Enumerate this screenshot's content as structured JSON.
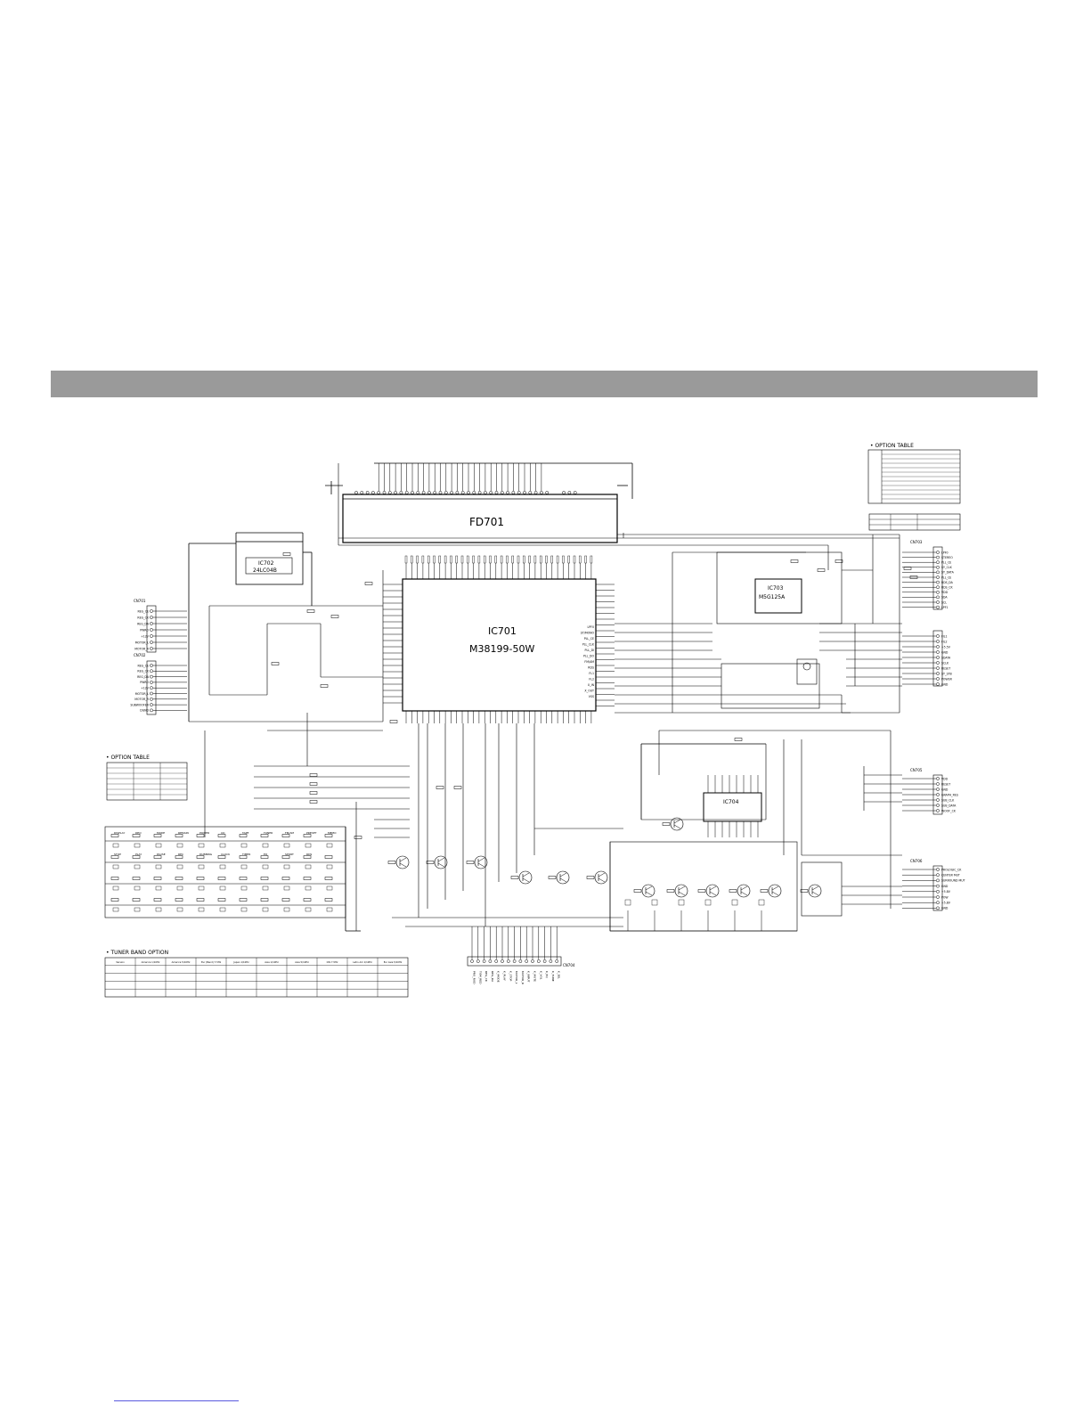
{
  "chips": {
    "fd701": "FD701",
    "ic701_ref": "IC701",
    "ic701_part": "M38199-50W",
    "ic702_ref": "IC702",
    "ic702_part": "24LC04B",
    "ic703_ref": "IC703",
    "ic703_part": "M5G125A",
    "ic704_ref": "IC704"
  },
  "tables": {
    "option_top": "• OPTION TABLE",
    "option_left": "• OPTION TABLE",
    "tuner_band": "• TUNER BAND OPTION"
  },
  "tuner_table": {
    "headers": [
      "Version",
      "America 1/10Hz",
      "America 5/10Hz",
      "Eur (Band) 7.5Hz",
      "Japan 1/10Hz",
      "Asia 1/10Hz",
      "Asia 5/10Hz",
      "OIS 7.5Hz",
      "Latin Am 1/10Hz",
      "Eur Asia 5/10Hz"
    ]
  },
  "connector_labels": {
    "cn701": "CN701",
    "cn702": "CN702",
    "cn703": "CN703",
    "cn704": "CN704",
    "cn705": "CN705",
    "cn706": "CN706"
  },
  "ic701_right_pins": [
    "LPF0",
    "ST/MONO",
    "PLL_CE",
    "PLL_CLK",
    "PLL_DI",
    "PLL_DO",
    "FM/AM",
    "RDS",
    "FL1",
    "FL2",
    "X_IN",
    "X_OUT",
    "VSS"
  ],
  "cn_right_top_pins": [
    "LPF0",
    "STEREO",
    "PLL_CE",
    "SY_CLK",
    "SY_DATA",
    "PLL_CE",
    "RDS_DA",
    "RDS_CK",
    "VDD",
    "SDA",
    "SCL",
    "LPF1"
  ],
  "cn_right_mid_pins": [
    "FIL1",
    "FIL2",
    "+5.5V",
    "GND",
    "SDATA",
    "SCLK",
    "RESET",
    "SY_STB",
    "POWER",
    "GND"
  ],
  "cn_right_lower_pins": [
    "VDD",
    "RESET",
    "GND",
    "GRAPH_RES",
    "SUB_CLK",
    "SUB_DATA",
    "WOOF_CK"
  ],
  "cn_right_bottom_pins": [
    "PROLOGIC_CK",
    "CENTER MUT",
    "SURROUND MUT",
    "GND",
    "+5.8V",
    "POW",
    "+5.8V",
    "GND"
  ],
  "cn_left_top_pins": [
    "REG_CE",
    "REG_CK",
    "REG_DA",
    "PWRO",
    "+12V",
    "MOTOR_L",
    "MOTOR_R"
  ],
  "cn_left_bottom_pins": [
    "REG_CE",
    "REG_CK",
    "REG_DA",
    "PWRO",
    "+12V",
    "MOTOR_L",
    "MOTOR_R",
    "SUBWOOFER",
    "DGND"
  ],
  "cn_bottom_pins": [
    "PRO_ROD",
    "TOM_RED",
    "REG_CK",
    "REG_DA",
    "K_MODE",
    "K_PLAY",
    "K_STOP",
    "MOTOR_L",
    "MOTOR_R",
    "K_INPUT",
    "K_MUTE",
    "K_VOL",
    "K_EQ",
    "K_TUNE",
    "K_SEL"
  ],
  "key_labels": [
    "DISPLAY",
    "DEQ",
    "MODE",
    "REMAIN",
    "POWER",
    "CD",
    "TAPE",
    "TUNER",
    "FM/AM",
    "PRESET",
    "MEMO",
    "STOP",
    "PLAY",
    "PAUSE",
    "REC",
    "DUBBING",
    "CLOCK",
    "TIMER",
    "EQ",
    "SPORT",
    "RDS"
  ]
}
